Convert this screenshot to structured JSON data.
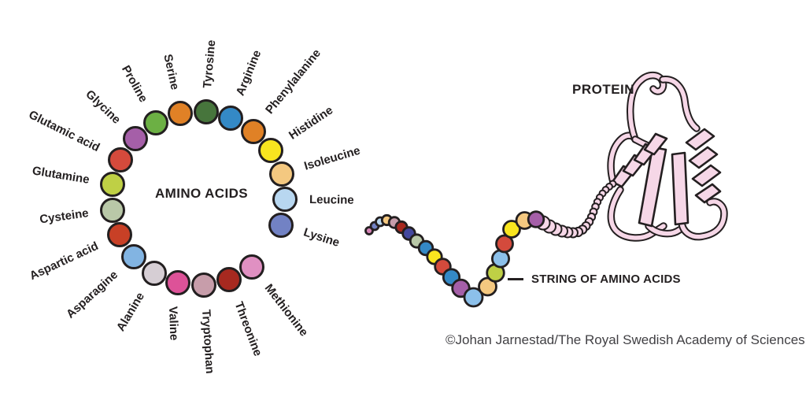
{
  "colors": {
    "outline": "#231f20",
    "ink": "#242021",
    "ribbon": "#f6d7e7",
    "credit_text": "#414044"
  },
  "wheel": {
    "title": "AMINO ACIDS",
    "amino_acids": [
      {
        "name": "Tyrosine",
        "color": "#47753c"
      },
      {
        "name": "Arginine",
        "color": "#3489c6"
      },
      {
        "name": "Phenylalanine",
        "color": "#e08126"
      },
      {
        "name": "Histidine",
        "color": "#f9e51f"
      },
      {
        "name": "Isoleucine",
        "color": "#f4c880"
      },
      {
        "name": "Leucine",
        "color": "#b8d7f0"
      },
      {
        "name": "Lysine",
        "color": "#7282c4"
      },
      {
        "name": "Methionine",
        "color": "#e090c2"
      },
      {
        "name": "Threonine",
        "color": "#a72920"
      },
      {
        "name": "Tryptophan",
        "color": "#c79daa"
      },
      {
        "name": "Valine",
        "color": "#dd5298"
      },
      {
        "name": "Alanine",
        "color": "#d6ced4"
      },
      {
        "name": "Asparagine",
        "color": "#82b4e2"
      },
      {
        "name": "Aspartic acid",
        "color": "#c84026"
      },
      {
        "name": "Cysteine",
        "color": "#b9c8a8"
      },
      {
        "name": "Glutamine",
        "color": "#bfd045"
      },
      {
        "name": "Glutamic acid",
        "color": "#d44a3c"
      },
      {
        "name": "Glycine",
        "color": "#a55fa8"
      },
      {
        "name": "Proline",
        "color": "#6cb044"
      },
      {
        "name": "Serine",
        "color": "#e08126"
      }
    ]
  },
  "string_of_amino_acids": {
    "label": "STRING OF AMINO ACIDS",
    "bead_colors": [
      "#d583b5",
      "#7282c4",
      "#b8d7f0",
      "#f4c880",
      "#c79daa",
      "#a72920",
      "#44479e",
      "#b9c8a8",
      "#3489c6",
      "#f9e51f",
      "#d44a3c",
      "#3489c6",
      "#a55fa8",
      "#8cc0ea",
      "#f4c880",
      "#bfd045",
      "#8cc0ea",
      "#d44a3c",
      "#f9e51f",
      "#f4c880",
      "#a55fa8"
    ]
  },
  "protein": {
    "label": "PROTEIN",
    "ribbon_color": "#f6d7e7"
  },
  "credit": "©Johan Jarnestad/The Royal Swedish Academy of Sciences"
}
